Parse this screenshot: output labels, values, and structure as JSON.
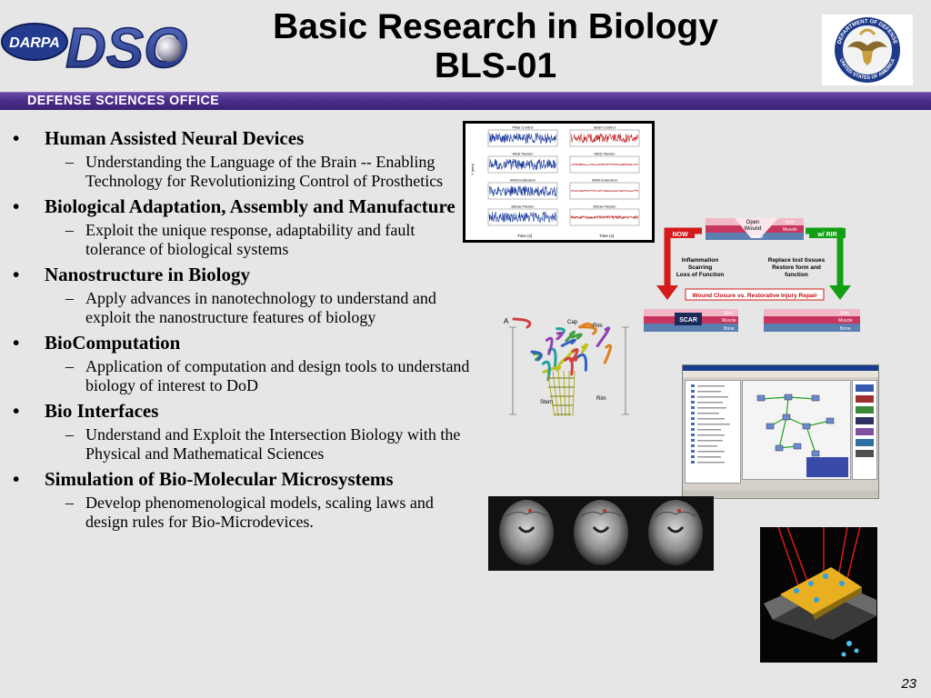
{
  "header": {
    "title_line1": "Basic Research in Biology",
    "title_line2": "BLS-01",
    "logo_text": "DARPA",
    "logo_mark": "DSO",
    "banner_label": "DEFENSE SCIENCES OFFICE",
    "seal_text_top": "DEPARTMENT OF DEFENSE",
    "seal_text_bottom": "UNITED STATES OF AMERICA"
  },
  "bullets": [
    {
      "label": "Human Assisted Neural Devices",
      "sub": "Understanding the Language of the Brain -- Enabling Technology for Revolutionizing Control of Prosthetics"
    },
    {
      "label": "Biological Adaptation, Assembly and Manufacture",
      "sub": "Exploit the unique response, adaptability and fault tolerance of biological systems"
    },
    {
      "label": "Nanostructure in Biology",
      "sub": "Apply advances in nanotechnology  to understand and exploit the nanostructure features of biology"
    },
    {
      "label": "BioComputation",
      "sub": "Application of computation and design tools to understand biology of interest to DoD"
    },
    {
      "label": "Bio Interfaces",
      "sub": "Understand and Exploit the Intersection Biology with the Physical and Mathematical Sciences"
    },
    {
      "label": "Simulation of Bio-Molecular Microsystems",
      "sub": "Develop phenomenological models, scaling laws and design rules for Bio-Microdevices."
    }
  ],
  "neural_chart": {
    "left_titles": [
      "Pillar Control",
      "Wrist Flexion",
      "Wrist Extension",
      "Elbow Flexion"
    ],
    "right_titles": [
      "Brain Control",
      "Wrist Flexion",
      "Wrist Extension",
      "Elbow Flexion"
    ],
    "ylabel": "Y (mm)",
    "xlabel": "Time (s)"
  },
  "wound_diagram": {
    "open_wound": "Open\nWound",
    "skin": "Skin",
    "muscle": "Muscle",
    "bone": "Bone",
    "now": "NOW",
    "rir": "w/ RIR",
    "left_caption_1": "Inflammation",
    "left_caption_2": "Scarring",
    "left_caption_3": "Loss of Function",
    "right_caption_1": "Replace lost tissues",
    "right_caption_2": "Restore form and",
    "right_caption_3": "function",
    "center_box": "Wound Closure vs. Restorative Injury Repair",
    "scar": "SCAR"
  },
  "protein": {
    "panel_a": "A",
    "labels": [
      "Cap",
      "Rim",
      "Stem",
      "Rim"
    ]
  },
  "slide": {
    "page_number": "23"
  },
  "colors": {
    "banner": "#4b2f8a",
    "background": "#e6e6e6",
    "now_red": "#d41a1a",
    "rir_green": "#12a012"
  }
}
